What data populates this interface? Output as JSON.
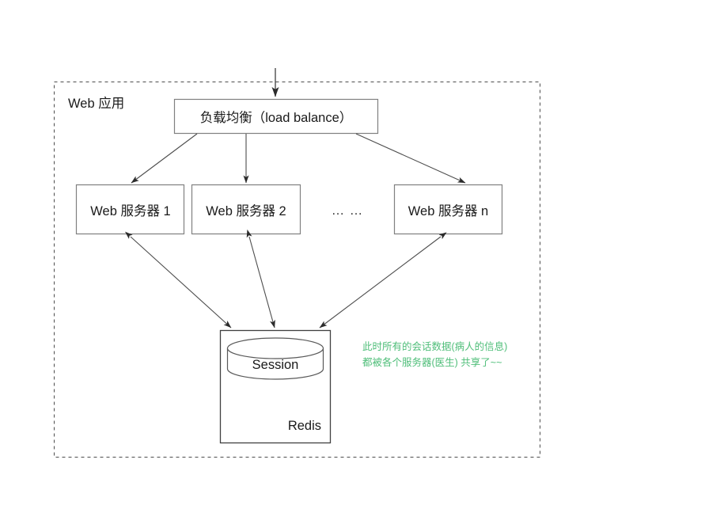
{
  "diagram": {
    "title": "Web 应用",
    "container": {
      "label": "Web 应用",
      "style": "dashed-border"
    },
    "nodes": {
      "load_balancer": {
        "label": "负载均衡（load balance）"
      },
      "web_server_1": {
        "label": "Web 服务器 1"
      },
      "web_server_2": {
        "label": "Web 服务器 2"
      },
      "ellipsis": {
        "label": "… …"
      },
      "web_server_n": {
        "label": "Web 服务器 n"
      },
      "redis": {
        "label": "Redis"
      },
      "session": {
        "label": "Session"
      }
    },
    "annotation": {
      "line1": "此时所有的会话数据(病人的信息)",
      "line2": "都被各个服务器(医生) 共享了~~",
      "color": "#4FBE79"
    },
    "colors": {
      "stroke": "#4d4d4d",
      "box_stroke": "#808080",
      "text": "#1a1a1a",
      "background": "#ffffff",
      "annotation_green": "#4FBE79"
    }
  }
}
